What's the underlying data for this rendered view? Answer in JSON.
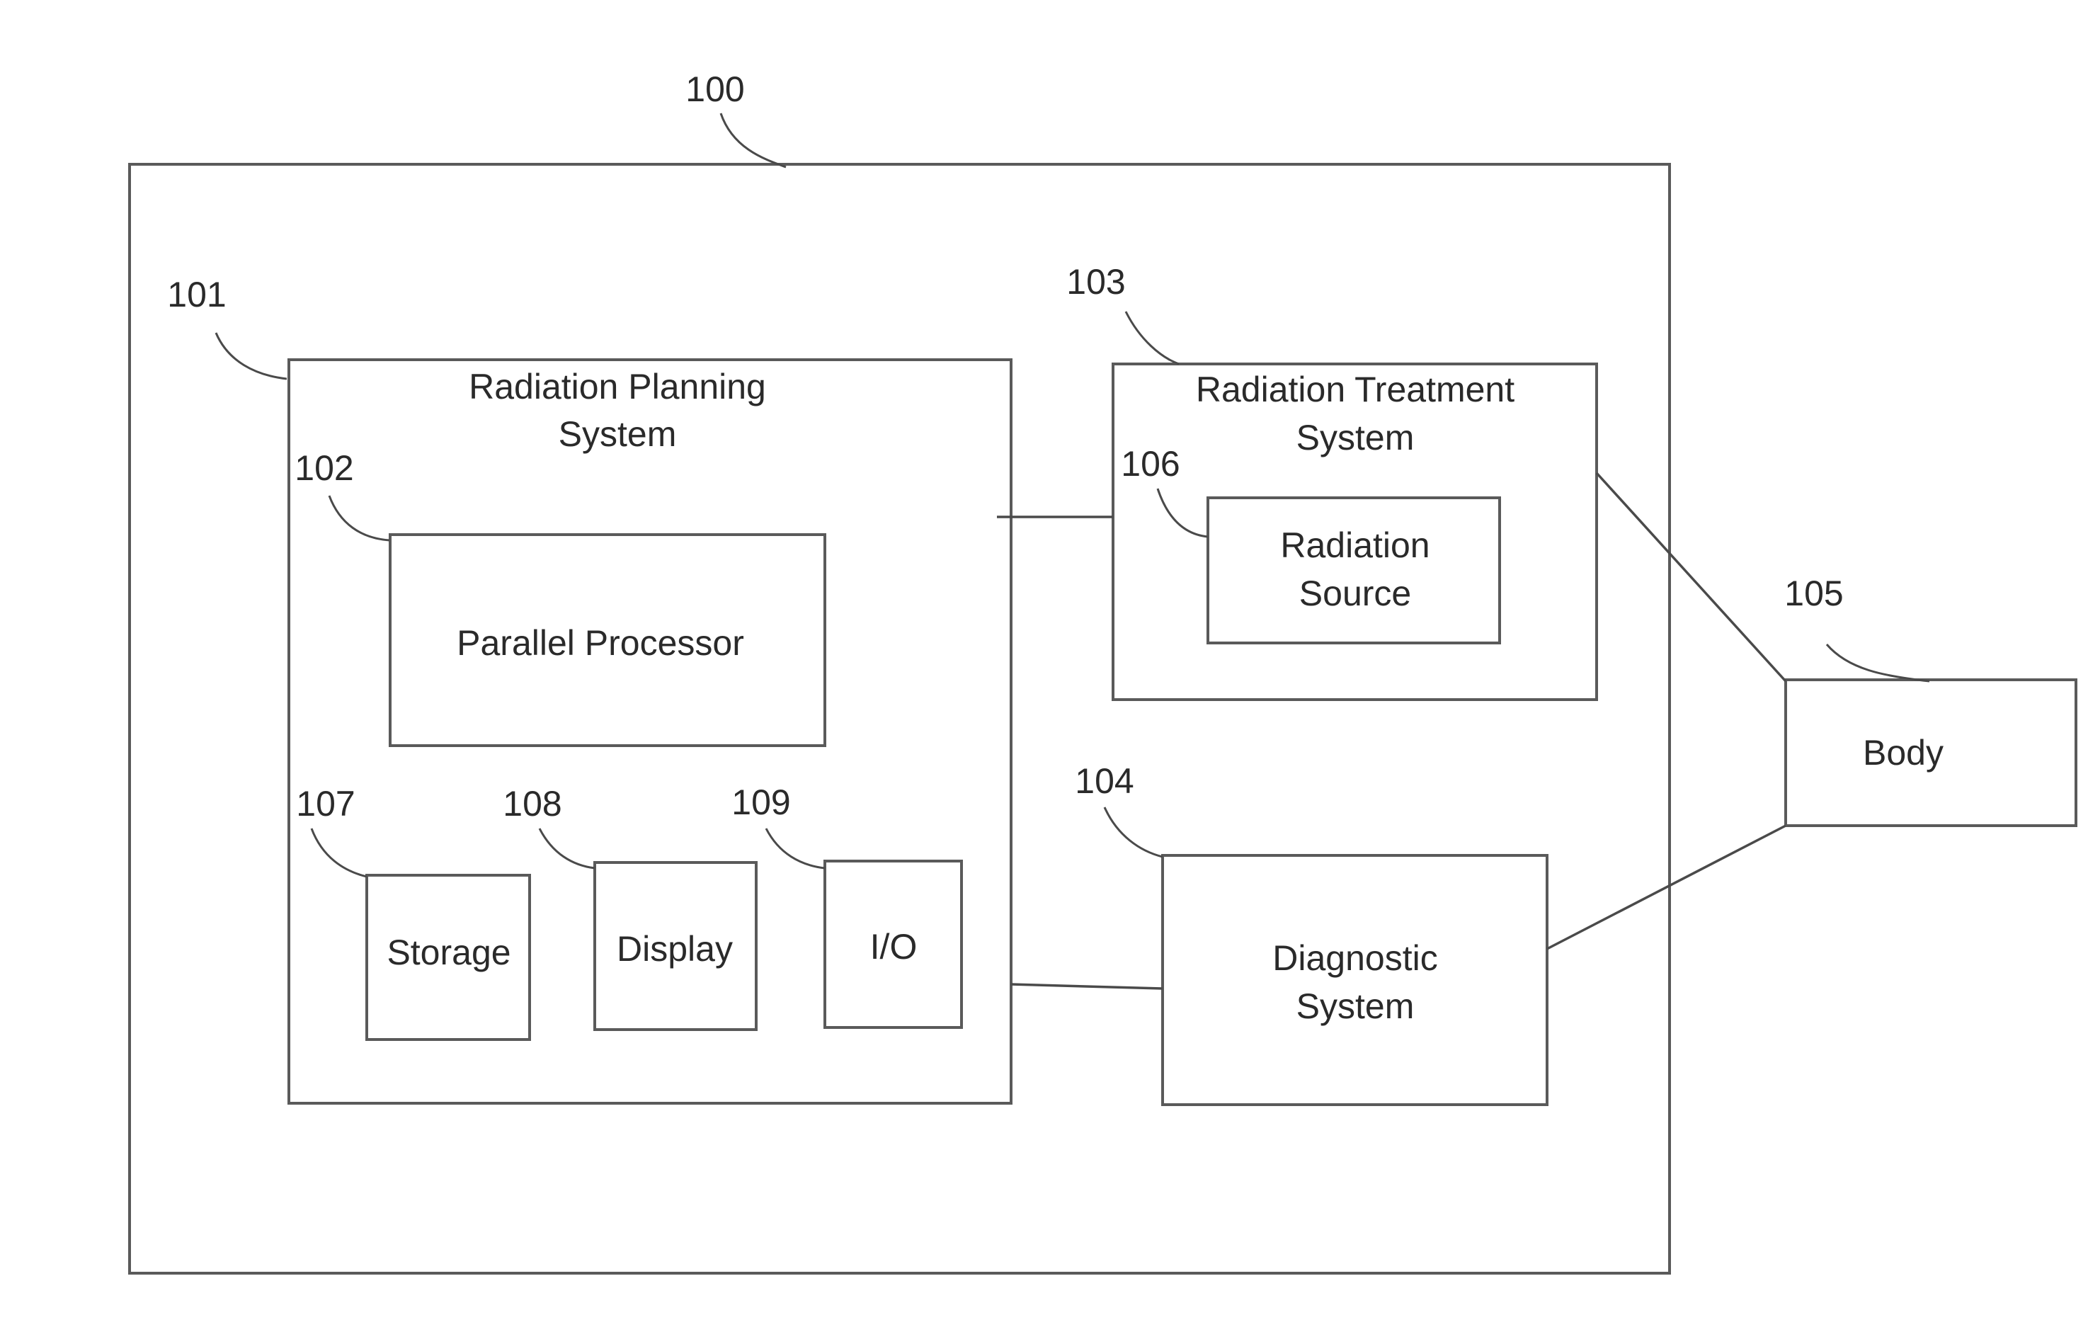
{
  "diagram": {
    "ref_numbers": {
      "system": "100",
      "planning_system": "101",
      "parallel_processor": "102",
      "treatment_system": "103",
      "diagnostic_system": "104",
      "body": "105",
      "radiation_source": "106",
      "storage": "107",
      "display": "108",
      "io": "109"
    },
    "labels": {
      "planning_system": [
        "Radiation Planning",
        "System"
      ],
      "parallel_processor": [
        "Parallel Processor"
      ],
      "storage": [
        "Storage"
      ],
      "display": [
        "Display"
      ],
      "io": [
        "I/O"
      ],
      "treatment_system": [
        "Radiation Treatment",
        "System"
      ],
      "radiation_source": [
        "Radiation",
        "Source"
      ],
      "diagnostic_system": [
        "Diagnostic",
        "System"
      ],
      "body": [
        "Body"
      ]
    },
    "connections": [
      {
        "from": "planning_system",
        "to": "treatment_system"
      },
      {
        "from": "planning_system",
        "to": "diagnostic_system"
      },
      {
        "from": "treatment_system",
        "to": "body"
      },
      {
        "from": "diagnostic_system",
        "to": "body"
      }
    ]
  }
}
